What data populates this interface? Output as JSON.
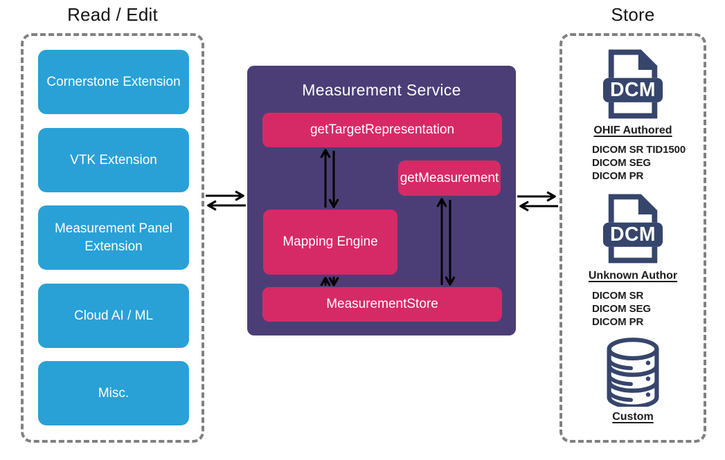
{
  "left_panel": {
    "title": "Read / Edit",
    "items": [
      {
        "label": "Cornerstone Extension"
      },
      {
        "label": "VTK Extension"
      },
      {
        "label": "Measurement Panel Extension"
      },
      {
        "label": "Cloud AI / ML"
      },
      {
        "label": "Misc."
      }
    ]
  },
  "service": {
    "title": "Measurement Service",
    "nodes": {
      "get_target_representation": "getTargetRepresentation",
      "get_measurement": "getMeasurement",
      "mapping_engine": "Mapping Engine",
      "measurement_store": "MeasurementStore"
    }
  },
  "store_panel": {
    "title": "Store",
    "items": [
      {
        "icon": "dcm-file-icon",
        "icon_label": "DCM",
        "label": "OHIF Authored",
        "formats": [
          "DICOM SR TID1500",
          "DICOM SEG",
          "DICOM PR"
        ]
      },
      {
        "icon": "dcm-file-icon",
        "icon_label": "DCM",
        "label": "Unknown Author",
        "formats": [
          "DICOM SR",
          "DICOM SEG",
          "DICOM PR"
        ]
      },
      {
        "icon": "database-icon",
        "label": "Custom",
        "formats": []
      }
    ]
  },
  "colors": {
    "extension_blue": "#29A1D6",
    "service_purple": "#4B3E76",
    "node_pink": "#D62A66",
    "icon_navy": "#36456B",
    "dashed_border_gray": "#808080",
    "arrow_black": "#000000"
  }
}
